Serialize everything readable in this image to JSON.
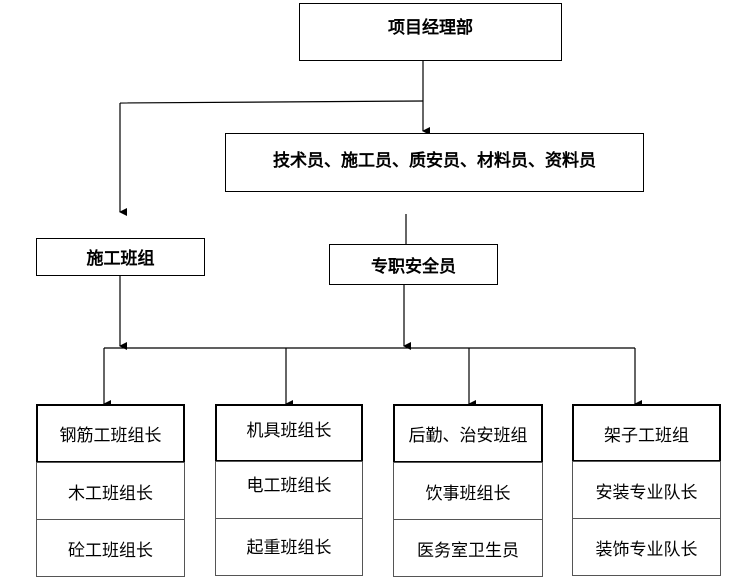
{
  "top": "项目经理部",
  "staff": "技术员、施工员、质安员、材料员、资料员",
  "team": "施工班组",
  "safety": "专职安全员",
  "columns": [
    {
      "head": "钢筋工班组长",
      "items": [
        "木工班组长",
        "砼工班组长"
      ]
    },
    {
      "head": "机具班组长",
      "items": [
        "电工班组长",
        "起重班组长"
      ]
    },
    {
      "head": "后勤、治安班组",
      "items": [
        "饮事班组长",
        "医务室卫生员"
      ]
    },
    {
      "head": "架子工班组",
      "items": [
        "安装专业队长",
        "装饰专业队长"
      ]
    }
  ]
}
